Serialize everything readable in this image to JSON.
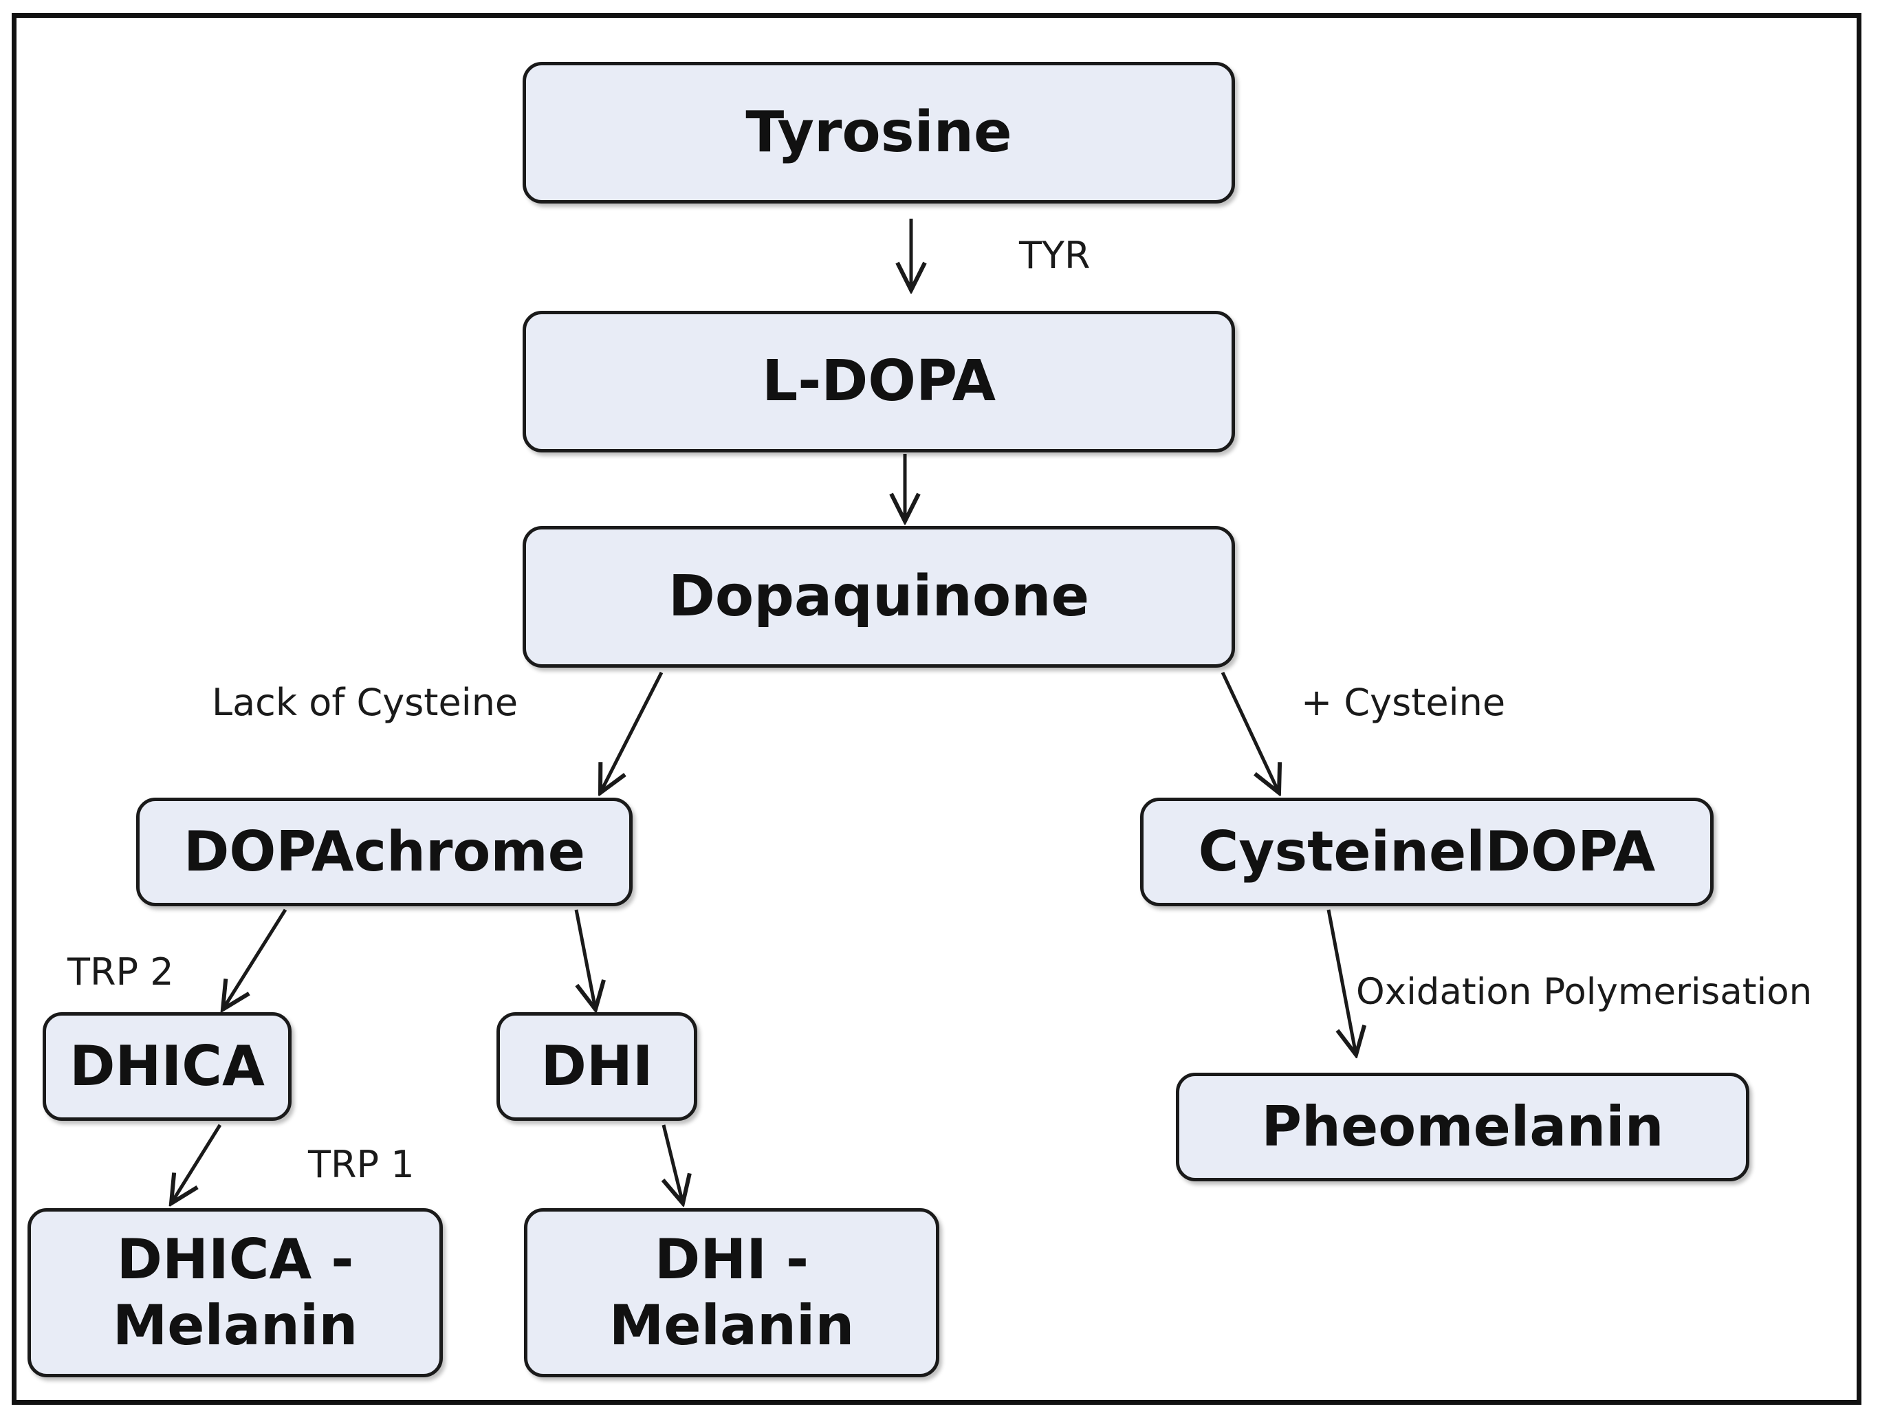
{
  "nodes": {
    "tyrosine": "Tyrosine",
    "l_dopa": "L-DOPA",
    "dopaquinone": "Dopaquinone",
    "dopachrome": "DOPAchrome",
    "cysteineldopa": "CysteinelDOPA",
    "dhica": "DHICA",
    "dhi": "DHI",
    "pheomelanin": "Pheomelanin",
    "dhica_melanin_line1": "DHICA -",
    "dhica_melanin_line2": "Melanin",
    "dhi_melanin_line1": "DHI -",
    "dhi_melanin_line2": "Melanin"
  },
  "edge_labels": {
    "tyr": "TYR",
    "lack_of_cysteine": "Lack of Cysteine",
    "plus_cysteine": "+ Cysteine",
    "trp2": "TRP 2",
    "trp1": "TRP 1",
    "oxidation_polymerisation": "Oxidation Polymerisation"
  },
  "colors": {
    "node_fill": "#e8ecf6",
    "stroke": "#1a1a1a"
  }
}
